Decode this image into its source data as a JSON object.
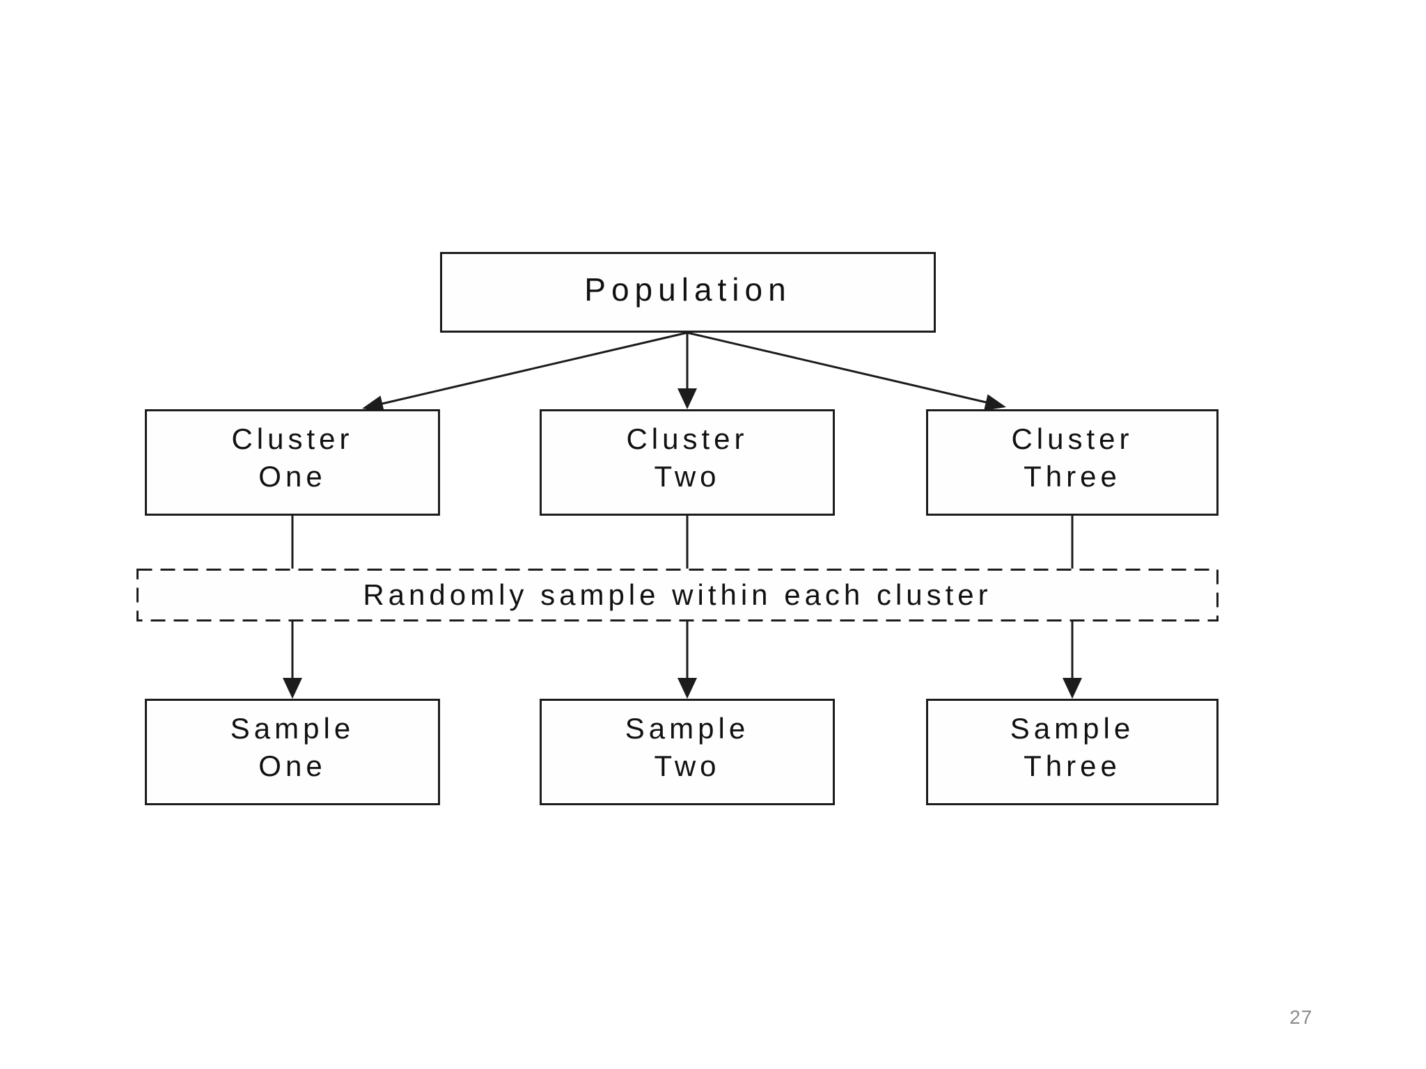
{
  "page": {
    "page_number": "27"
  },
  "colors": {
    "line": "#1c1c1c",
    "text": "#111111",
    "box_fill": "#fefefe",
    "page_number_text": "#8a8a8a",
    "background": "#ffffff"
  },
  "diagram": {
    "population": {
      "label": "Population"
    },
    "clusters": [
      {
        "line1": "Cluster",
        "line2": "One"
      },
      {
        "line1": "Cluster",
        "line2": "Two"
      },
      {
        "line1": "Cluster",
        "line2": "Three"
      }
    ],
    "note": {
      "label": "Randomly sample within each cluster"
    },
    "samples": [
      {
        "line1": "Sample",
        "line2": "One"
      },
      {
        "line1": "Sample",
        "line2": "Two"
      },
      {
        "line1": "Sample",
        "line2": "Three"
      }
    ]
  }
}
